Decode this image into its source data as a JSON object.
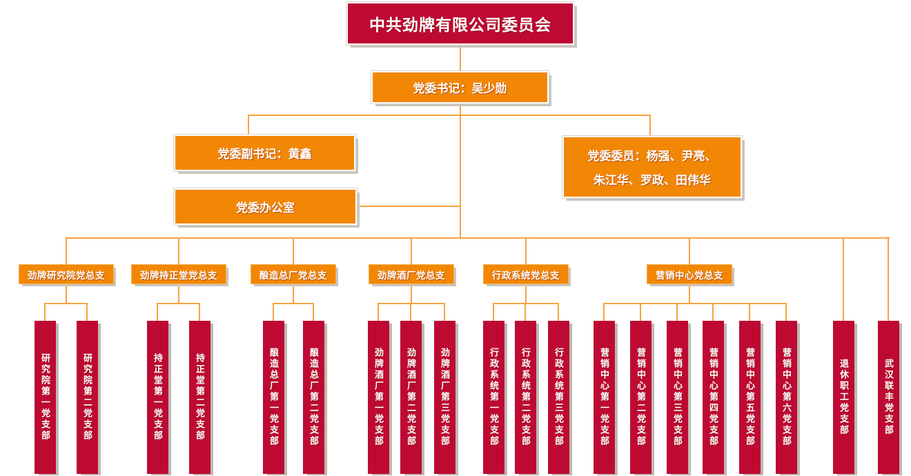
{
  "palette": {
    "crimson": "#BE0A32",
    "orange": "#F28705",
    "connector_line": "#F6A33F",
    "shadow_gray": "#C9C5BF",
    "text": "#FFFFFF"
  },
  "root": {
    "label": "中共劲牌有限公司委员会"
  },
  "secretary": {
    "label": "党委书记：吴少勋"
  },
  "deputy": {
    "label": "党委副书记：黄鑫"
  },
  "office": {
    "label": "党委办公室"
  },
  "members": {
    "line1": "党委委员：杨强、尹亮、",
    "line2": "朱江华、罗政、田伟华"
  },
  "branches": [
    {
      "label": "劲牌研究院党总支",
      "children": [
        "研究院第一党支部",
        "研究院第二党支部"
      ]
    },
    {
      "label": "劲牌持正堂党总支",
      "children": [
        "持正堂第一党支部",
        "持正堂第二党支部"
      ]
    },
    {
      "label": "酿造总厂党总支",
      "children": [
        "酿造总厂第一党支部",
        "酿造总厂第二党支部"
      ]
    },
    {
      "label": "劲牌酒厂党总支",
      "children": [
        "劲牌酒厂第一党支部",
        "劲牌酒厂第二党支部",
        "劲牌酒厂第三党支部"
      ]
    },
    {
      "label": "行政系统党总支",
      "children": [
        "行政系统第一党支部",
        "行政系统第二党支部",
        "行政系统第三党支部"
      ]
    },
    {
      "label": "营销中心党总支",
      "children": [
        "营销中心第一党支部",
        "营销中心第二党支部",
        "营销中心第三党支部",
        "营销中心第四党支部",
        "营销中心第五党支部",
        "营销中心第六党支部"
      ]
    }
  ],
  "standalone": [
    "退休职工党支部",
    "武汉联丰党支部"
  ]
}
